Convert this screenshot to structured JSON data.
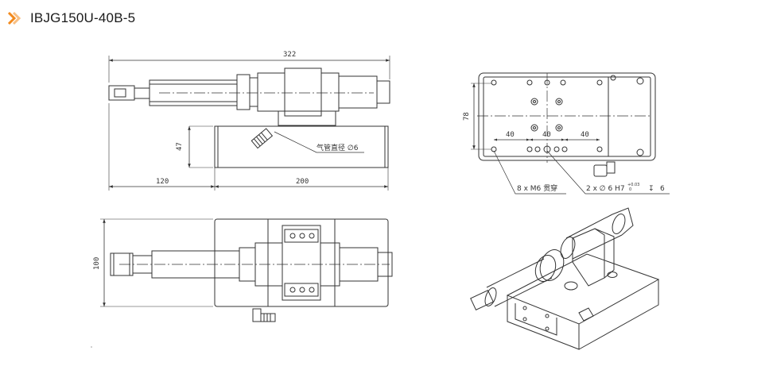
{
  "header": {
    "title": "IBJG150U-40B-5",
    "icon": "double-chevron-right-icon",
    "accent_color": "#f28a1e"
  },
  "front_view": {
    "overall_length": "322",
    "height": "47",
    "left_length": "120",
    "base_length": "200",
    "callout": "气管直径 ∅6"
  },
  "top_view": {
    "width": "100"
  },
  "right_view": {
    "height": "78",
    "pitch_left": "40",
    "pitch_mid": "40",
    "pitch_right": "40",
    "callout_holes": "8 x M6 贯穿",
    "callout_pins": "2 x ∅ 6 H7",
    "tol_upper": "+0.03",
    "tol_lower": "0",
    "depth_symbol": "↧",
    "depth_value": "6"
  },
  "iso_view": {
    "icon": "isometric-assembly-icon"
  }
}
